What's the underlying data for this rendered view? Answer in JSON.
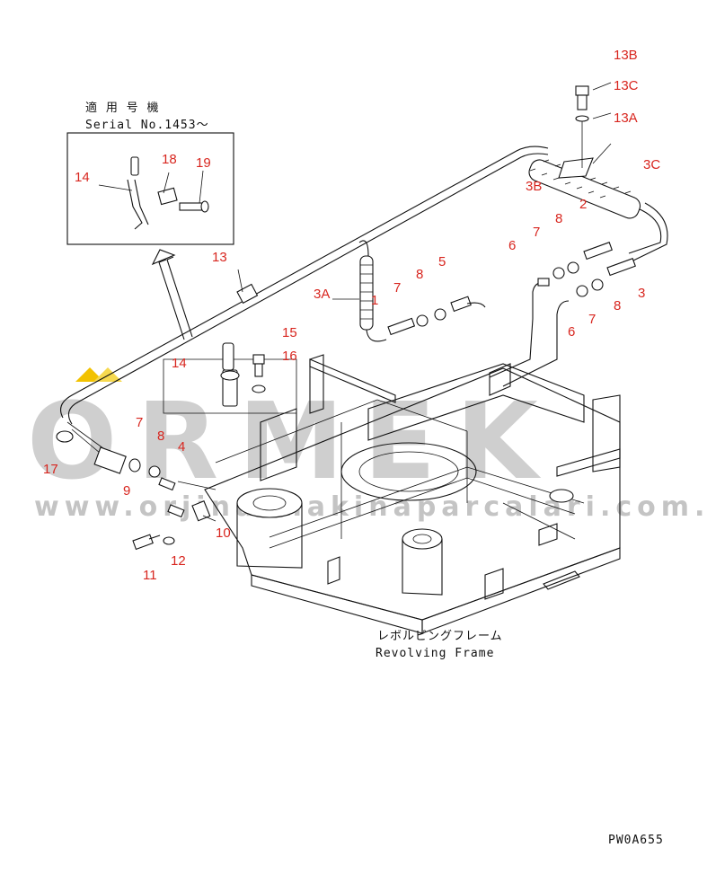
{
  "watermark": {
    "brand": "ORMEK",
    "url": "www.orjinalmakinaparcalari.com.tr"
  },
  "inset": {
    "title_jp": "適 用 号 機",
    "title_serial": "Serial No.1453～"
  },
  "frame_label": {
    "jp": "レボルビングフレーム",
    "en": "Revolving Frame"
  },
  "drawing_code": "PW0A655",
  "callouts": {
    "c13B": "13B",
    "c13C": "13C",
    "c13A": "13A",
    "c3C": "3C",
    "c3B": "3B",
    "c2": "2",
    "c8a": "8",
    "c7a": "7",
    "c6a": "6",
    "c3": "3",
    "c8b": "8",
    "c7b": "7",
    "c6b": "6",
    "c5": "5",
    "c8c": "8",
    "c7c": "7",
    "c3A": "3A",
    "c1": "1",
    "c13": "13",
    "c14a": "14",
    "c18": "18",
    "c19": "19",
    "c15": "15",
    "c16": "16",
    "c14b": "14",
    "c7d": "7",
    "c8d": "8",
    "c4": "4",
    "c17": "17",
    "c9": "9",
    "c10": "10",
    "c11": "11",
    "c12": "12"
  }
}
